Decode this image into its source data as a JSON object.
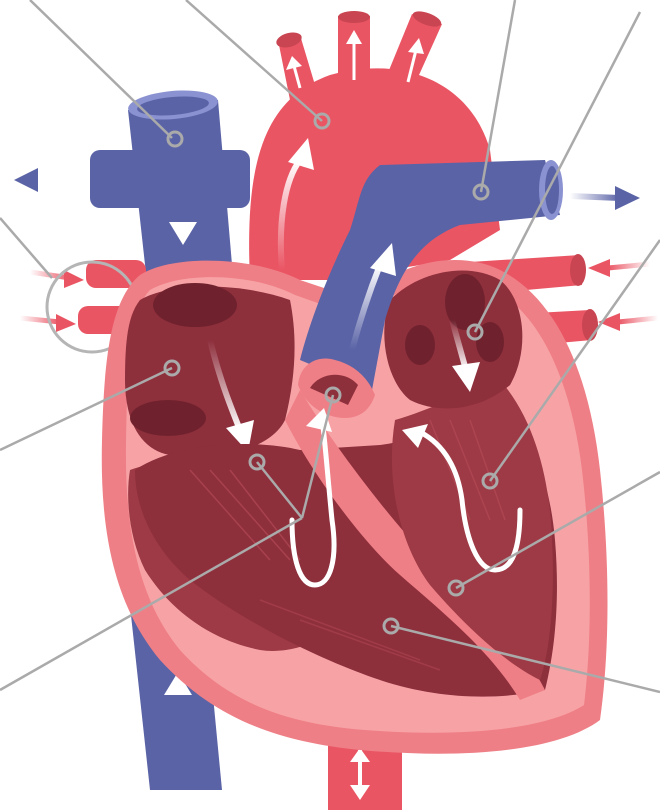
{
  "diagram": {
    "kind": "heart-cross-section",
    "labels": [],
    "colors": {
      "artery_red": "#ea5564",
      "artery_dark": "#c94552",
      "vein_blue": "#5a63a6",
      "vein_light": "#8a92d1",
      "wall_pink": "#ef7f86",
      "wall_light": "#f7a3a6",
      "chamber_dark": "#8e2f3c",
      "chamber_mid": "#9e3a45",
      "chamber_deep": "#6f222d",
      "leader_gray": "#aaaaaa",
      "flow_arrow": "#ffffff"
    },
    "leaders": [
      {
        "name": "leader-top-left"
      },
      {
        "name": "leader-aorta"
      },
      {
        "name": "leader-pulmonary-artery"
      },
      {
        "name": "leader-pulmonary-veins-left"
      },
      {
        "name": "leader-pulmonary-veins-right"
      },
      {
        "name": "leader-right-atrium"
      },
      {
        "name": "leader-left-ventricle"
      },
      {
        "name": "leader-septum"
      },
      {
        "name": "leader-tricuspid-valve"
      },
      {
        "name": "leader-pulmonary-valve"
      },
      {
        "name": "leader-mitral-valve"
      },
      {
        "name": "leader-right-ventricle"
      }
    ]
  }
}
